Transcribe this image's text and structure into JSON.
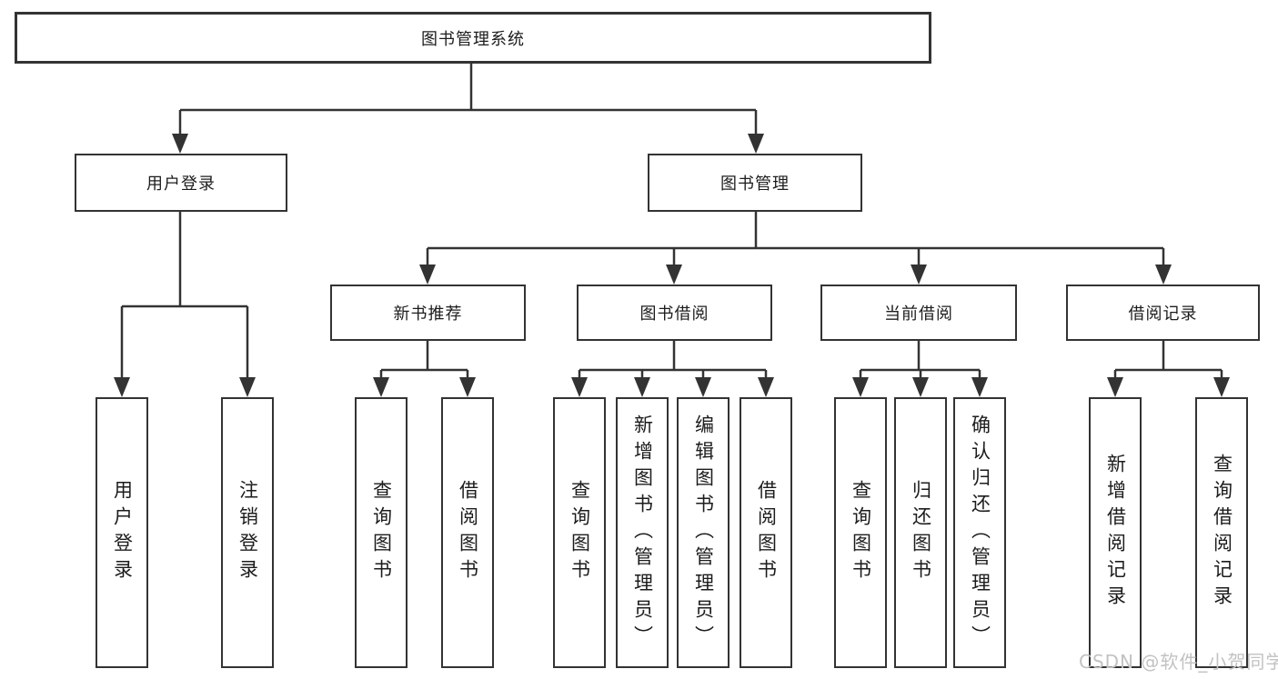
{
  "diagram": {
    "type": "tree",
    "orientation": "top-down",
    "colors": {
      "background": "#ffffff",
      "line": "#333333",
      "box_border": "#333333",
      "box_fill": "#ffffff",
      "text": "#1c1c1c",
      "watermark": "#c2c2c2"
    }
  },
  "tree": {
    "root": "图书管理系统",
    "children": [
      {
        "label": "用户登录",
        "children": [
          "用户登录",
          "注销登录"
        ]
      },
      {
        "label": "图书管理",
        "children": [
          {
            "label": "新书推荐",
            "children": [
              "查询图书",
              "借阅图书"
            ]
          },
          {
            "label": "图书借阅",
            "children": [
              "查询图书",
              "新增图书（管理员）",
              "编辑图书（管理员）",
              "借阅图书"
            ]
          },
          {
            "label": "当前借阅",
            "children": [
              "查询图书",
              "归还图书",
              "确认归还（管理员）"
            ]
          },
          {
            "label": "借阅记录",
            "children": [
              "新增借阅记录",
              "查询借阅记录"
            ]
          }
        ]
      }
    ]
  },
  "watermark": "CSDN @软件_小贺同学"
}
